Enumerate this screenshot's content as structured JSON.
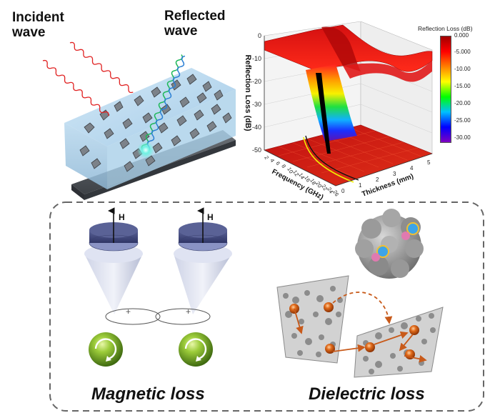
{
  "top_left": {
    "incident_label": "Incident\nwave",
    "reflected_label": "Reflected\nwave"
  },
  "plot3d": {
    "z_axis_label": "Reflection Loss (dB)",
    "z_ticks": [
      "0",
      "-10",
      "-20",
      "-30",
      "-40",
      "-50"
    ],
    "x_axis_label": "Frequency (GHz)",
    "x_ticks": [
      "2",
      "4",
      "6",
      "8",
      "10",
      "12",
      "14",
      "16",
      "18",
      "20",
      "22",
      "24",
      "26"
    ],
    "y_axis_label": "Thickness (mm)",
    "y_ticks": [
      "0",
      "1",
      "2",
      "3",
      "4",
      "5"
    ],
    "colorbar_title": "Reflection Loss (dB)",
    "colorbar_ticks": [
      "0.000",
      "-5.000",
      "-10.00",
      "-15.00",
      "-20.00",
      "-25.00",
      "-30.00"
    ],
    "colorbar_stops": [
      "#a00000",
      "#ff0000",
      "#ff8000",
      "#ffff00",
      "#00ff00",
      "#00c0ff",
      "#0000ff",
      "#8000c0"
    ]
  },
  "bottom": {
    "field_label_left": "H",
    "field_label_right": "H",
    "magnetic_caption": "Magnetic loss",
    "dielectric_caption": "Dielectric loss"
  }
}
